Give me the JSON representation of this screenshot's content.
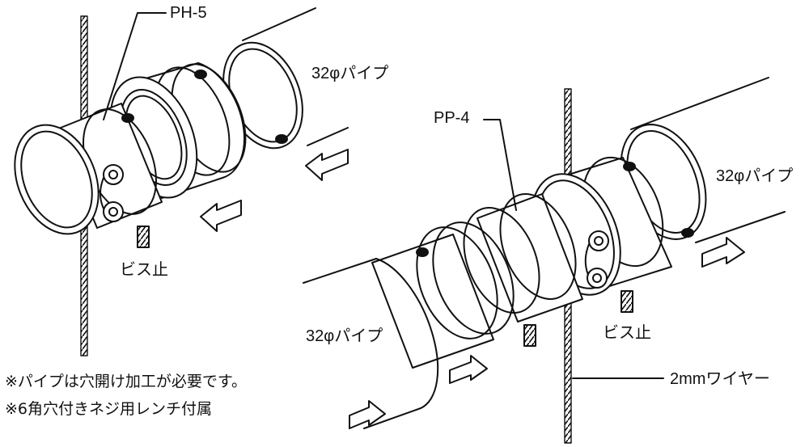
{
  "labels": {
    "ph5": "PH-5",
    "pp4": "PP-4",
    "pipe_top": "32φパイプ",
    "pipe_right": "32φパイプ",
    "pipe_bottom": "32φパイプ",
    "screw_left": "ビス止",
    "screw_right": "ビス止",
    "wire": "2mmワイヤー"
  },
  "notes": [
    "※パイプは穴開け加工が必要です。",
    "※6角穴付きネジ用レンチ付属"
  ],
  "colors": {
    "line": "#111111",
    "background": "#ffffff"
  }
}
